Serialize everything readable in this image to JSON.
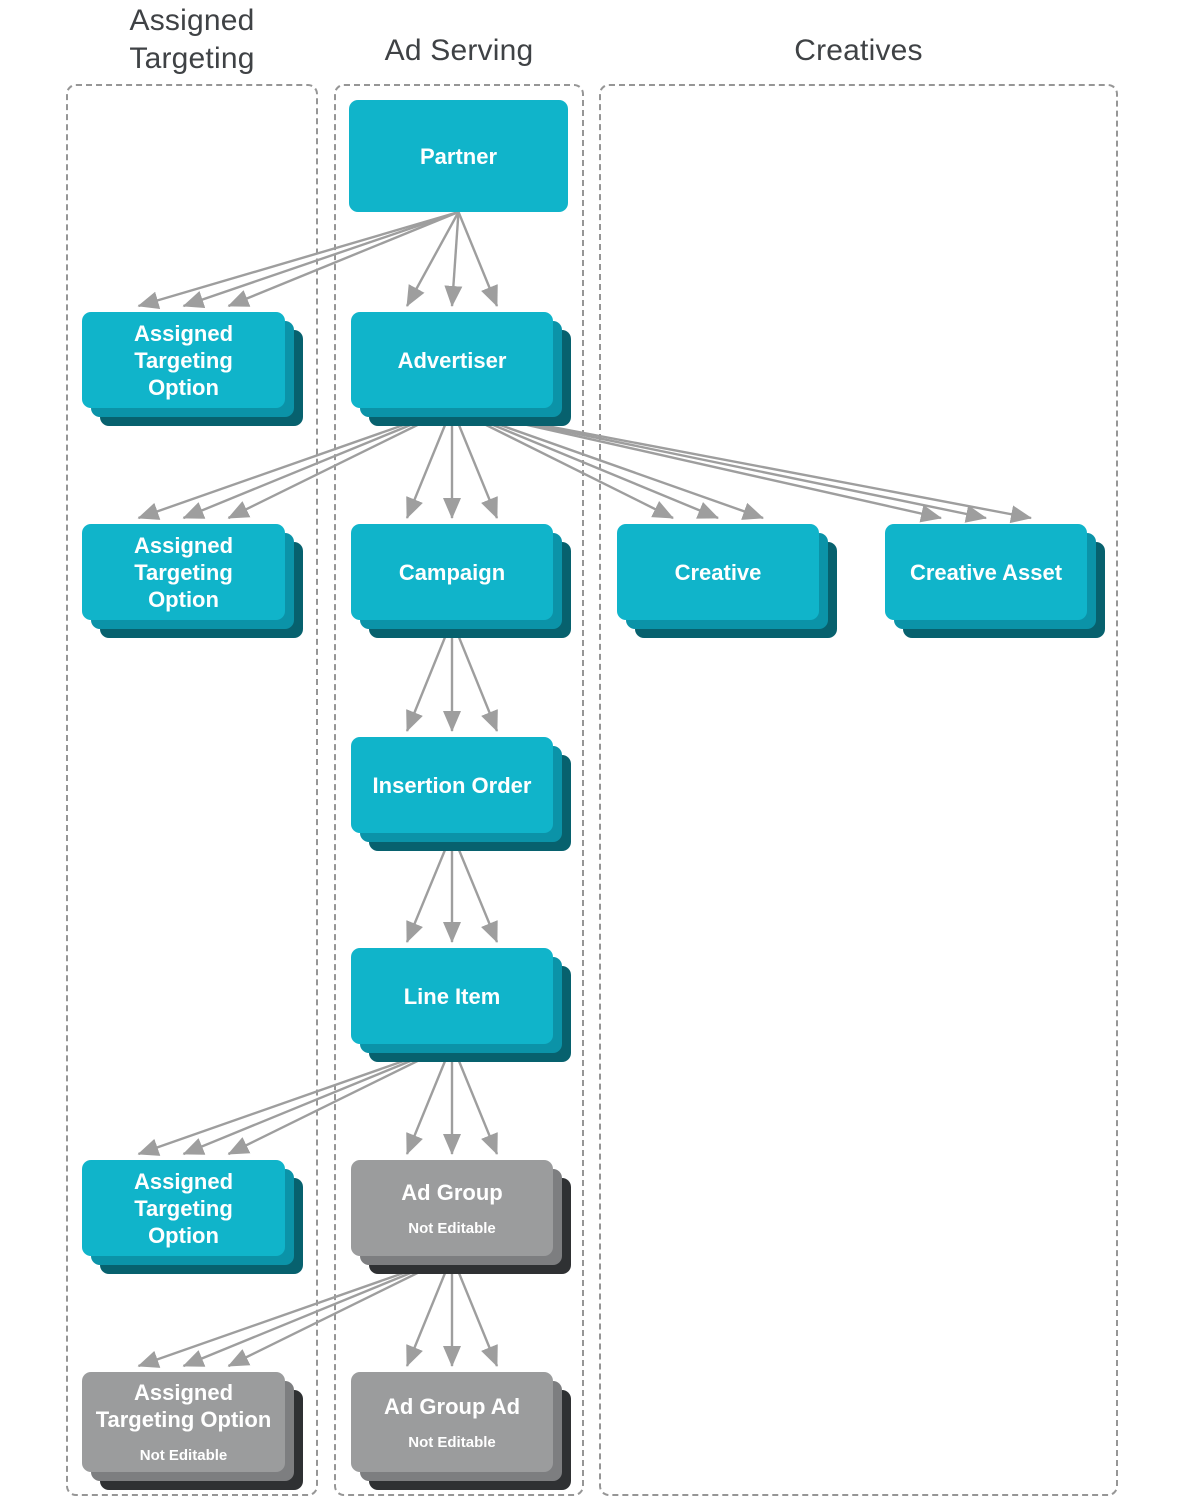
{
  "columns": [
    {
      "id": "assigned-targeting",
      "label": "Assigned Targeting"
    },
    {
      "id": "ad-serving",
      "label": "Ad Serving"
    },
    {
      "id": "creatives",
      "label": "Creatives"
    }
  ],
  "nodes": [
    {
      "id": "partner",
      "label": "Partner",
      "variant": "cyan",
      "stacked": false
    },
    {
      "id": "ato1",
      "lines": [
        "Assigned",
        "Targeting",
        "Option"
      ],
      "variant": "cyan",
      "stacked": true
    },
    {
      "id": "advertiser",
      "label": "Advertiser",
      "variant": "cyan",
      "stacked": true
    },
    {
      "id": "ato2",
      "lines": [
        "Assigned",
        "Targeting",
        "Option"
      ],
      "variant": "cyan",
      "stacked": true
    },
    {
      "id": "campaign",
      "label": "Campaign",
      "variant": "cyan",
      "stacked": true
    },
    {
      "id": "creative",
      "label": "Creative",
      "variant": "cyan",
      "stacked": true
    },
    {
      "id": "creative-asset",
      "label": "Creative Asset",
      "variant": "cyan",
      "stacked": true
    },
    {
      "id": "insertion-order",
      "label": "Insertion Order",
      "variant": "cyan",
      "stacked": true
    },
    {
      "id": "line-item",
      "label": "Line Item",
      "variant": "cyan",
      "stacked": true
    },
    {
      "id": "ato3",
      "lines": [
        "Assigned",
        "Targeting",
        "Option"
      ],
      "variant": "cyan",
      "stacked": true
    },
    {
      "id": "ad-group",
      "label": "Ad Group",
      "sublabel": "Not Editable",
      "variant": "gray",
      "stacked": true
    },
    {
      "id": "ato4",
      "lines": [
        "Assigned",
        "Targeting Option"
      ],
      "sublabel": "Not Editable",
      "variant": "gray",
      "stacked": true
    },
    {
      "id": "ad-group-ad",
      "label": "Ad Group Ad",
      "sublabel": "Not Editable",
      "variant": "gray",
      "stacked": true
    }
  ],
  "edges": [
    [
      "partner",
      "ato1"
    ],
    [
      "partner",
      "advertiser"
    ],
    [
      "advertiser",
      "ato2"
    ],
    [
      "advertiser",
      "campaign"
    ],
    [
      "advertiser",
      "creative"
    ],
    [
      "advertiser",
      "creative-asset"
    ],
    [
      "campaign",
      "insertion-order"
    ],
    [
      "insertion-order",
      "line-item"
    ],
    [
      "line-item",
      "ato3"
    ],
    [
      "line-item",
      "ad-group"
    ],
    [
      "ad-group",
      "ato4"
    ],
    [
      "ad-group",
      "ad-group-ad"
    ]
  ],
  "colors": {
    "cyan_main": "#10B4CA",
    "cyan_mid": "#0B93A8",
    "cyan_dark": "#07616E",
    "gray_main": "#9B9C9D",
    "gray_mid": "#7D7E80",
    "gray_dark": "#2F3133",
    "arrow": "#9E9E9E",
    "column_border": "#969696",
    "header_text": "#3F4245",
    "node_text": "#FFFFFF"
  }
}
